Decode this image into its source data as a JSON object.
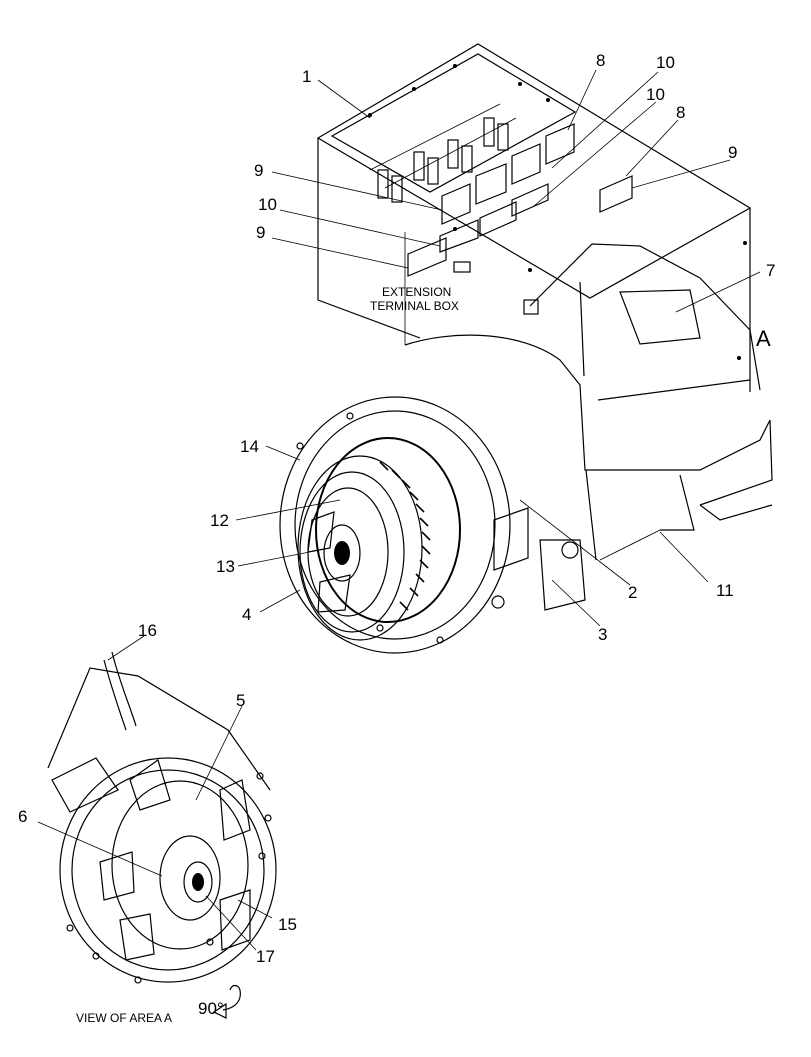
{
  "callouts": {
    "c1": "1",
    "c2": "2",
    "c3": "3",
    "c4": "4",
    "c5": "5",
    "c6": "6",
    "c7": "7",
    "c8a": "8",
    "c8b": "8",
    "c9a": "9",
    "c9b": "9",
    "c9c": "9",
    "c10a": "10",
    "c10b": "10",
    "c10c": "10",
    "c11": "11",
    "c12": "12",
    "c13": "13",
    "c14": "14",
    "c15": "15",
    "c16": "16",
    "c17": "17"
  },
  "labels": {
    "extension_line1": "EXTENSION",
    "extension_line2": "TERMINAL BOX",
    "area_marker": "A",
    "view_caption": "VIEW OF AREA  A",
    "rotation": "90°"
  }
}
